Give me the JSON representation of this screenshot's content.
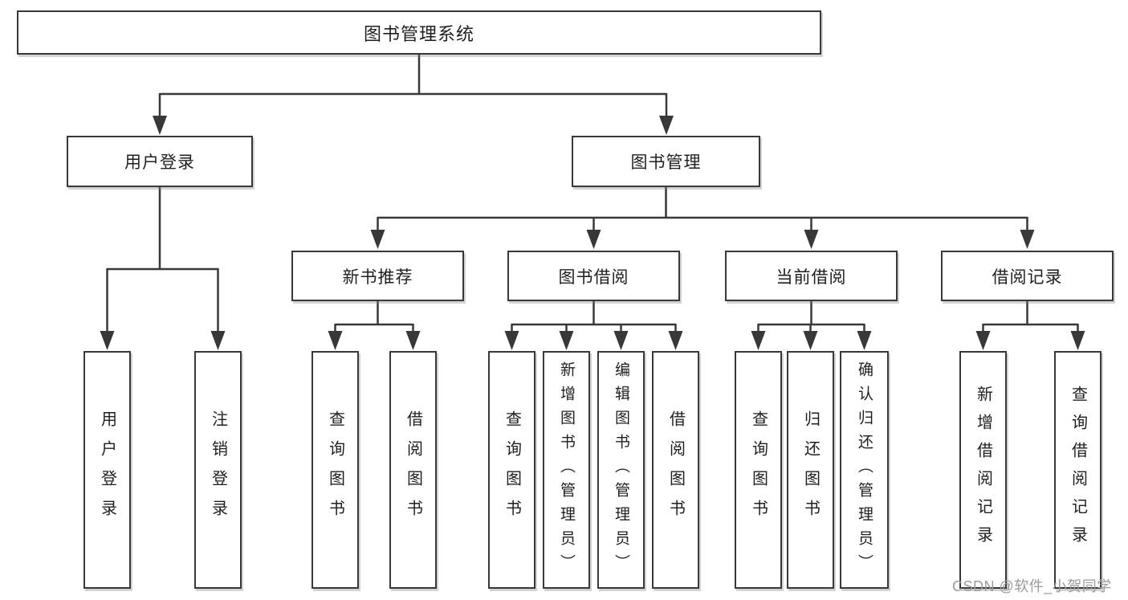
{
  "diagram": {
    "root": {
      "label": "图书管理系统"
    },
    "level2": [
      {
        "label": "用户登录"
      },
      {
        "label": "图书管理"
      }
    ],
    "level3": [
      {
        "label": "新书推荐"
      },
      {
        "label": "图书借阅"
      },
      {
        "label": "当前借阅"
      },
      {
        "label": "借阅记录"
      }
    ],
    "leaves": {
      "user_login": "用户登录",
      "user_logout": "注销登录",
      "nb_query": "查询图书",
      "nb_borrow": "借阅图书",
      "bb_query": "查询图书",
      "bb_add": "新增图书（管理员）",
      "bb_edit": "编辑图书（管理员）",
      "bb_borrow": "借阅图书",
      "cb_query": "查询图书",
      "cb_return": "归还图书",
      "cb_confirm": "确认归还（管理员）",
      "br_add": "新增借阅记录",
      "br_query": "查询借阅记录"
    },
    "colors": {
      "line": "#383838",
      "text": "#1f1f1f",
      "watermark": "#9b9b9b",
      "background": "#ffffff"
    }
  },
  "watermark": {
    "text": "CSDN @软件_小贺同学"
  }
}
